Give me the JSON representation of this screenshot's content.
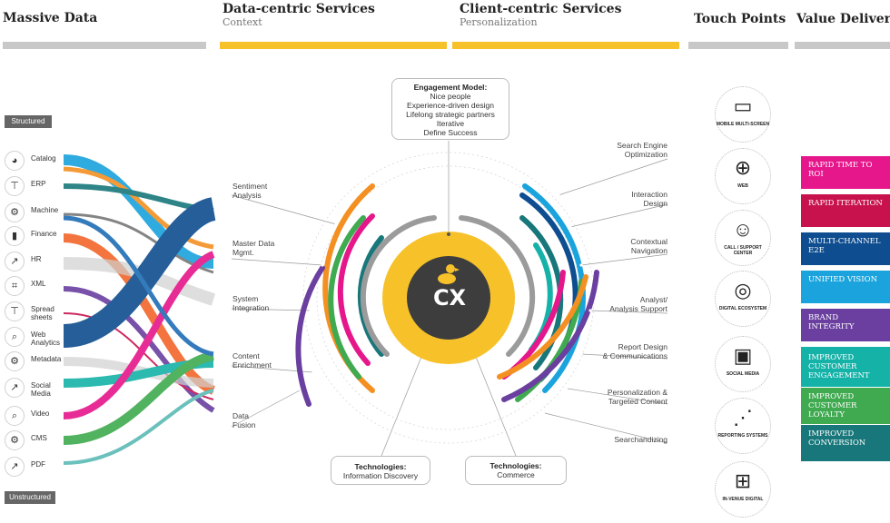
{
  "header": {
    "massive_data": "Massive Data",
    "data_centric_title": "Data-centric Services",
    "data_centric_sub": "Context",
    "client_centric_title": "Client-centric Services",
    "client_centric_sub": "Personalization",
    "touch_points": "Touch Points",
    "value_delivered": "Value Delivered"
  },
  "sources": {
    "structured_label": "Structured",
    "unstructured_label": "Unstructured",
    "items": [
      {
        "label": "Catalog",
        "icon": "pie-chart-icon"
      },
      {
        "label": "ERP",
        "icon": "sitemap-icon"
      },
      {
        "label": "Machine",
        "icon": "gear-document-icon"
      },
      {
        "label": "Finance",
        "icon": "bar-chart-icon"
      },
      {
        "label": "HR",
        "icon": "line-chart-icon"
      },
      {
        "label": "XML",
        "icon": "code-document-icon"
      },
      {
        "label": "Spread sheets",
        "icon": "sitemap-icon"
      },
      {
        "label": "Web Analytics",
        "icon": "magnifier-icon"
      },
      {
        "label": "Metadata",
        "icon": "gear-document-icon"
      },
      {
        "label": "Social Media",
        "icon": "line-chart-icon"
      },
      {
        "label": "Video",
        "icon": "magnifier-icon"
      },
      {
        "label": "CMS",
        "icon": "gear-document-icon"
      },
      {
        "label": "PDF",
        "icon": "line-chart-icon"
      }
    ]
  },
  "left_services": [
    {
      "line1": "Sentiment",
      "line2": "Analysis"
    },
    {
      "line1": "Master Data",
      "line2": "Mgmt."
    },
    {
      "line1": "System",
      "line2": "Integration"
    },
    {
      "line1": "Content",
      "line2": "Enrichment"
    },
    {
      "line1": "Data",
      "line2": "Fusion"
    }
  ],
  "right_services": [
    {
      "line1": "Search Engine",
      "line2": "Optimization"
    },
    {
      "line1": "Interaction",
      "line2": "Design"
    },
    {
      "line1": "Contextual",
      "line2": "Navigation"
    },
    {
      "line1": "Analyst/",
      "line2": "Analysis Support"
    },
    {
      "line1": "Report Design",
      "line2": "& Communications"
    },
    {
      "line1": "Personalization &",
      "line2": "Targeted Content"
    },
    {
      "line1": "Searchandizing",
      "line2": ""
    }
  ],
  "engagement": {
    "title": "Engagement Model:",
    "lines": [
      "Nice people",
      "Experience-driven design",
      "Lifelong strategic partners",
      "Iterative",
      "Define Success"
    ]
  },
  "tech_left": {
    "title": "Technologies:",
    "text": "Information Discovery"
  },
  "tech_right": {
    "title": "Technologies:",
    "text": "Commerce"
  },
  "center": {
    "text": "CX"
  },
  "touch_points": [
    {
      "label": "MOBILE MULTI-SCREEN",
      "icon": "devices-icon"
    },
    {
      "label": "WEB",
      "icon": "globe-icon"
    },
    {
      "label": "CALL / SUPPORT CENTER",
      "icon": "headset-person-icon"
    },
    {
      "label": "DIGITAL ECOSYSTEM",
      "icon": "network-globe-icon"
    },
    {
      "label": "SOCIAL MEDIA",
      "icon": "thumbs-up-icon"
    },
    {
      "label": "REPORTING SYSTEMS",
      "icon": "scatter-chart-icon"
    },
    {
      "label": "IN-VENUE DIGITAL",
      "icon": "presentation-screen-icon"
    }
  ],
  "values": [
    {
      "text": "RAPID TIME TO ROI",
      "color": "#e6168b"
    },
    {
      "text": "RAPID ITERATION",
      "color": "#c8124e"
    },
    {
      "text": "MULTI-CHANNEL E2E",
      "color": "#0e4d8f"
    },
    {
      "text": "UNIFIED VISION",
      "color": "#1aa3dc"
    },
    {
      "text": "BRAND INTEGRITY",
      "color": "#6a3fa0"
    },
    {
      "text": "IMPROVED CUSTOMER ENGAGEMENT",
      "color": "#15b2a8"
    },
    {
      "text": "IMPROVED CUSTOMER LOYALTY",
      "color": "#3faa4f"
    },
    {
      "text": "IMPROVED CONVERSION",
      "color": "#18777a"
    }
  ],
  "colors": {
    "gold": "#f7c12a",
    "dark": "#3d3d3d",
    "grey_bar": "#c8c8c8"
  }
}
